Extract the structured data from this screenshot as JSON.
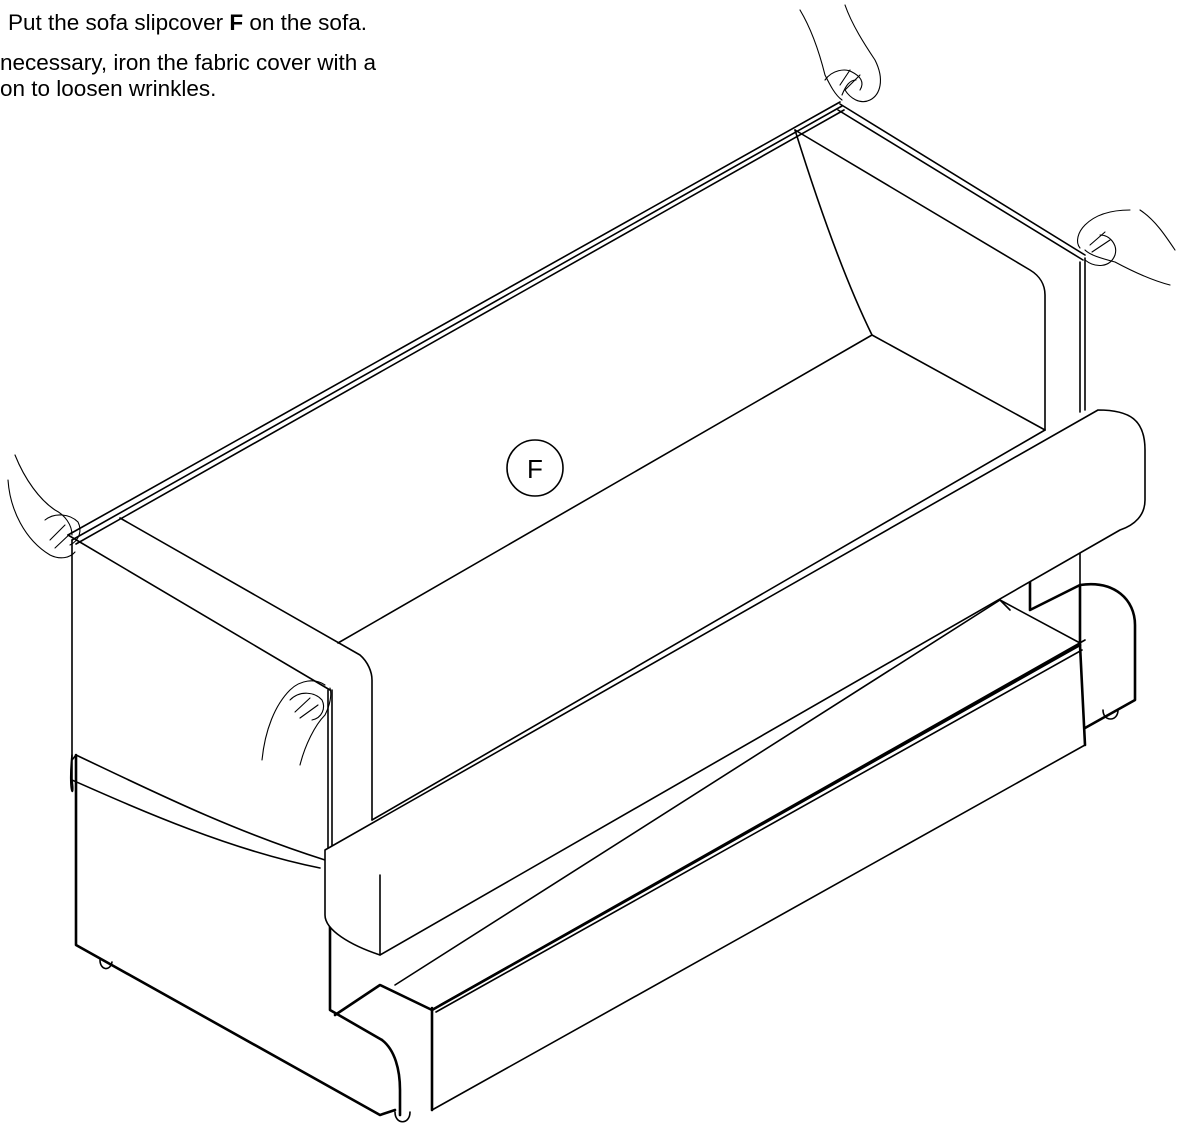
{
  "instructions": {
    "step_prefix": "Put the sofa slipcover ",
    "part_letter": "F",
    "step_suffix": " on the sofa.",
    "note_line1": "necessary, iron the fabric cover with a",
    "note_line2": "on to loosen wrinkles."
  },
  "callout": {
    "label": "F"
  },
  "icons": [
    "hand-icon"
  ]
}
